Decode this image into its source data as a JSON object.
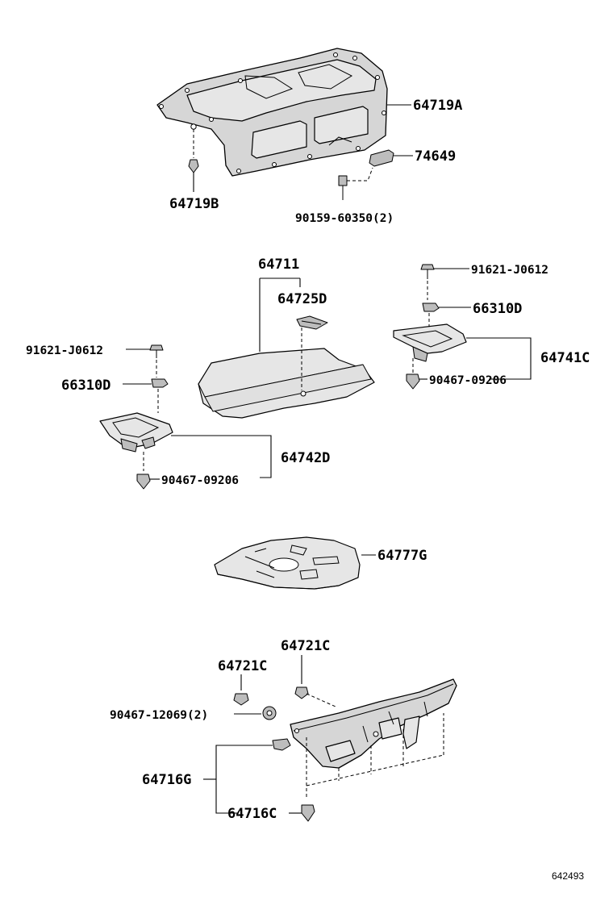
{
  "parts": {
    "p64719A": "64719A",
    "p74649": "74649",
    "p64719B": "64719B",
    "p90159_60350": "90159-60350(2)",
    "p64711": "64711",
    "p64725D": "64725D",
    "p91621_J0612_right": "91621-J0612",
    "p66310D_right": "66310D",
    "p64741C": "64741C",
    "p90467_09206_right": "90467-09206",
    "p91621_J0612_left": "91621-J0612",
    "p66310D_left": "66310D",
    "p64742D": "64742D",
    "p90467_09206_left": "90467-09206",
    "p64777G": "64777G",
    "p64721C_top": "64721C",
    "p64721C_left": "64721C",
    "p90467_12069": "90467-12069(2)",
    "p64716G": "64716G",
    "p64716C": "64716C"
  },
  "reference_number": "642493"
}
